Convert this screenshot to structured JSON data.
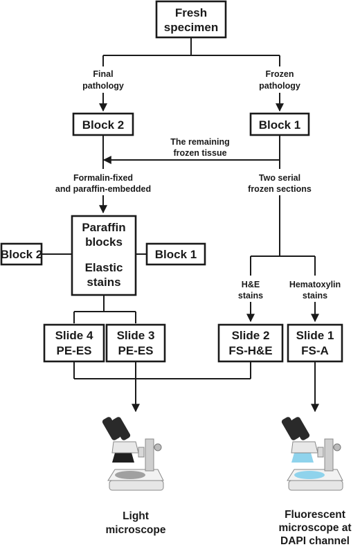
{
  "boxes": {
    "fresh": [
      "Fresh",
      "specimen"
    ],
    "block2_top": [
      "Block 2"
    ],
    "block1_top": [
      "Block 1"
    ],
    "paraffin": [
      "Paraffin",
      "blocks",
      "Elastic",
      "stains"
    ],
    "block2_side": [
      "Block 2"
    ],
    "block1_side": [
      "Block 1"
    ],
    "slide4": [
      "Slide 4",
      "PE-ES"
    ],
    "slide3": [
      "Slide 3",
      "PE-ES"
    ],
    "slide2": [
      "Slide 2",
      "FS-H&E"
    ],
    "slide1": [
      "Slide 1",
      "FS-A"
    ]
  },
  "edge_labels": {
    "final": [
      "Final",
      "pathology"
    ],
    "frozen": [
      "Frozen",
      "pathology"
    ],
    "remaining": [
      "The remaining",
      "frozen tissue"
    ],
    "formalin": [
      "Formalin-fixed",
      "and paraffin-embedded"
    ],
    "serial": [
      "Two serial",
      "frozen sections"
    ],
    "he": [
      "H&E",
      "stains"
    ],
    "hema": [
      "Hematoxylin",
      "stains"
    ]
  },
  "microscopes": {
    "light": {
      "label": [
        "Light",
        "microscope"
      ],
      "icon": "light-microscope-icon",
      "stage_color": "#a0a0a0"
    },
    "fluorescent": {
      "label": [
        "Fluorescent",
        "microscope at",
        "DAPI channel"
      ],
      "icon": "fluorescent-microscope-icon",
      "stage_color": "#8fd3ec"
    }
  },
  "colors": {
    "line": "#1a1a1a",
    "box_fill": "#ffffff",
    "fluor_blue": "#8fd3ec"
  }
}
